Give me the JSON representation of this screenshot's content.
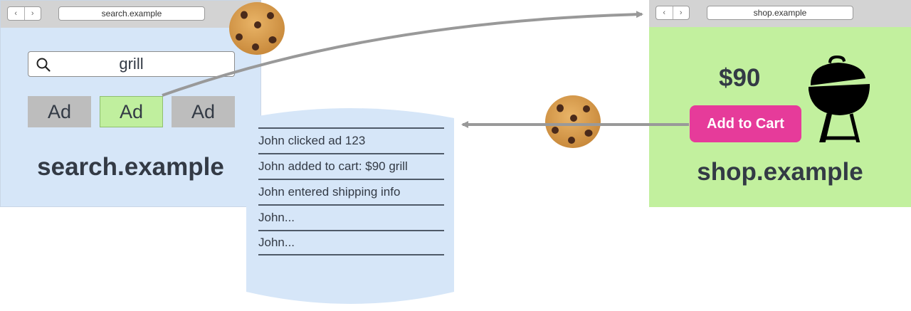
{
  "search_site": {
    "url": "search.example",
    "nav": {
      "back": "‹",
      "forward": "›"
    },
    "search_query": "grill",
    "search_icon": "magnifier-icon",
    "ads": [
      {
        "label": "Ad",
        "clicked": false
      },
      {
        "label": "Ad",
        "clicked": true
      },
      {
        "label": "Ad",
        "clicked": false
      }
    ],
    "title": "search.example"
  },
  "shop_site": {
    "url": "shop.example",
    "nav": {
      "back": "‹",
      "forward": "›"
    },
    "price": "$90",
    "add_to_cart_label": "Add to Cart",
    "product_icon": "grill-icon",
    "title": "shop.example"
  },
  "tracking_database": {
    "entries": [
      "John clicked ad 123",
      "John added to cart: $90 grill",
      "John entered shipping info",
      "John...",
      "John..."
    ]
  },
  "cookies": [
    "cookie-icon",
    "cookie-icon"
  ],
  "colors": {
    "search_bg": "#d6e6f8",
    "shop_bg": "#c2f09e",
    "ad_default": "#bdbdbd",
    "ad_clicked": "#c0ef9e",
    "cart_button": "#e63b9a",
    "arrow": "#999999",
    "text": "#333a45"
  }
}
